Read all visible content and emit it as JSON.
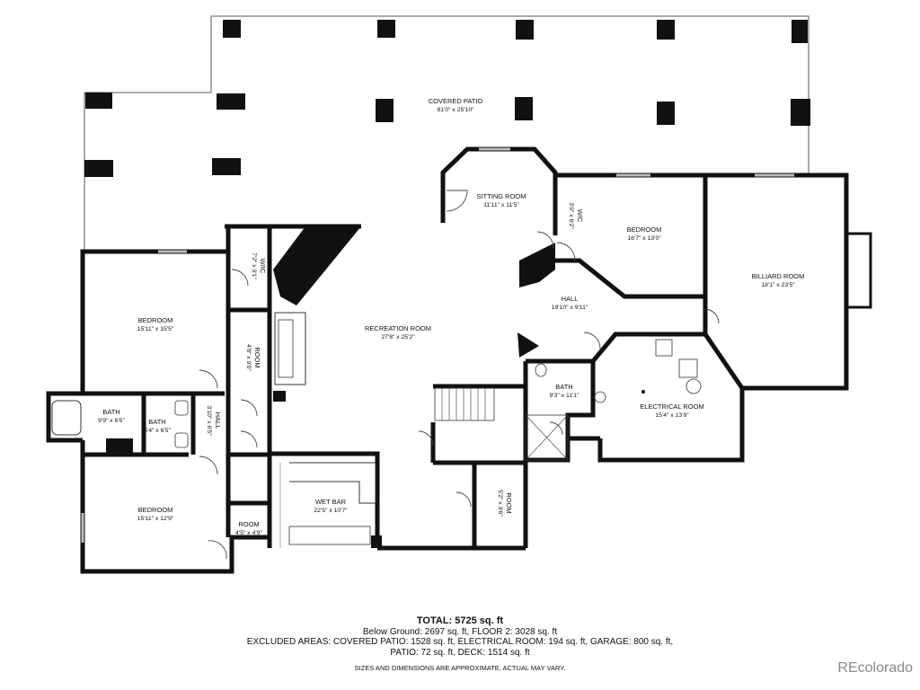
{
  "rooms": {
    "covered_patio": {
      "name": "COVERED PATIO",
      "dim": "81'0\" x 25'10\""
    },
    "sitting_room": {
      "name": "SITTING ROOM",
      "dim": "11'11\" x 11'5\""
    },
    "wic_top": {
      "name": "W/C",
      "dim": "3'9\" x 6'2\""
    },
    "bedroom_top": {
      "name": "BEDROOM",
      "dim": "16'7\" x 13'0\""
    },
    "billiard_room": {
      "name": "BILLIARD ROOM",
      "dim": "18'1\" x 23'5\""
    },
    "wic_left": {
      "name": "W/IC",
      "dim": "7'2\" x 9'1\""
    },
    "bedroom_left": {
      "name": "BEDROOM",
      "dim": "15'11\" x 15'5\""
    },
    "room_small": {
      "name": "ROOM",
      "dim": "4'8\" x 9'0\""
    },
    "recreation_room": {
      "name": "RECREATION ROOM",
      "dim": "27'8\" x 25'2\""
    },
    "hall_center": {
      "name": "HALL",
      "dim": "19'10\" x 9'11\""
    },
    "bath_center": {
      "name": "BATH",
      "dim": "9'3\" x 11'1\""
    },
    "electrical_room": {
      "name": "ELECTRICAL ROOM",
      "dim": "15'4\" x 13'9\""
    },
    "bath_left": {
      "name": "BATH",
      "dim": "9'9\" x 6'5\""
    },
    "bath_left2": {
      "name": "BATH",
      "dim": "5'4\" x 6'5\""
    },
    "hall_left": {
      "name": "HALL",
      "dim": "3'10\" x 6'5\""
    },
    "bedroom_bottom": {
      "name": "BEDROOM",
      "dim": "15'11\" x 12'9\""
    },
    "room_bottom": {
      "name": "ROOM",
      "dim": "4'5\" x 4'9\""
    },
    "wet_bar": {
      "name": "WET BAR",
      "dim": "22'5\" x 10'7\""
    },
    "room_right": {
      "name": "ROOM",
      "dim": "5'2\" x 9'6\""
    }
  },
  "summary": {
    "total": "TOTAL: 5725 sq. ft",
    "line1": "Below Ground: 2697 sq. ft, FLOOR 2: 3028 sq. ft",
    "line2": "EXCLUDED AREAS: COVERED PATIO: 1528 sq. ft, ELECTRICAL ROOM: 194 sq. ft, GARAGE: 800 sq. ft,",
    "line3": "PATIO: 72 sq. ft, DECK: 1514 sq. ft",
    "note": "SIZES AND DIMENSIONS ARE APPROXIMATE, ACTUAL MAY VARY."
  },
  "brand": "REcolorado"
}
